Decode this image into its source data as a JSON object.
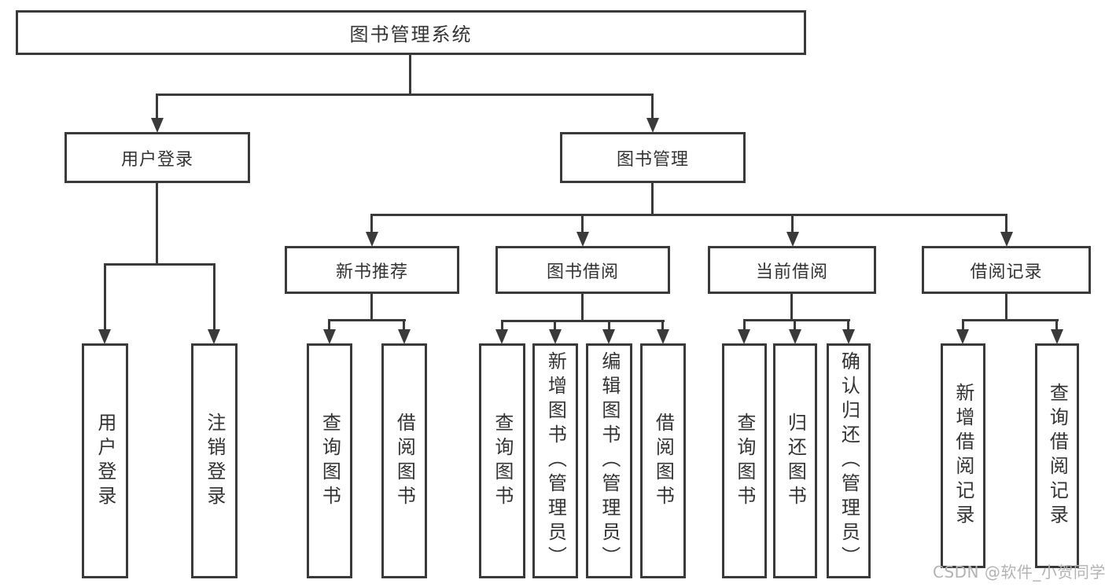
{
  "diagram": {
    "root": {
      "label": "图书管理系统"
    },
    "level2": {
      "user_login": "用户登录",
      "book_management": "图书管理"
    },
    "level3": {
      "new_book_recommend": "新书推荐",
      "book_borrowing": "图书借阅",
      "current_borrowing": "当前借阅",
      "borrow_records": "借阅记录"
    },
    "leaves": {
      "user_login": [
        "用户登录",
        "注销登录"
      ],
      "new_book_recommend": [
        "查询图书",
        "借阅图书"
      ],
      "book_borrowing": [
        "查询图书",
        "新增图书（管理员）",
        "编辑图书（管理员）",
        "借阅图书"
      ],
      "current_borrowing": [
        "查询图书",
        "归还图书",
        "确认归还（管理员）"
      ],
      "borrow_records": [
        "新增借阅记录",
        "查询借阅记录"
      ]
    }
  },
  "watermark": "CSDN @软件_小贺同学",
  "colors": {
    "line": "#3a3a3a",
    "text": "#333333",
    "watermark": "#b3b3b3",
    "background": "#ffffff"
  }
}
